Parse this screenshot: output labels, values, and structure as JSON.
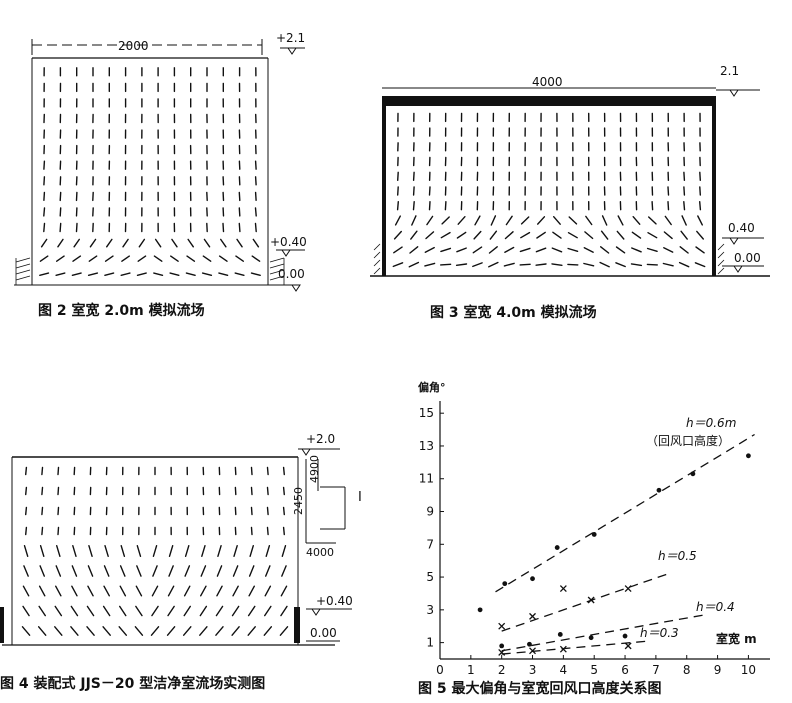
{
  "fig2": {
    "width_label": "2000",
    "level_top": "+2.1",
    "level_mid": "+0.40",
    "level_floor": "0.00",
    "caption": "图 2   室宽 2.0m 模拟流场"
  },
  "fig3": {
    "width_label": "4000",
    "level_top": "2.1",
    "level_mid": "0.40",
    "level_floor": "0.00",
    "caption": "图 3   室宽 4.0m 模拟流场"
  },
  "fig4": {
    "level_top": "+2.0",
    "dim_total": "4900",
    "dim_half": "2450",
    "dim_width": "4000",
    "section_mark": "I",
    "level_mid": "+0.40",
    "level_floor": "0.00",
    "caption": "图 4   装配式 JJS－20 型洁净室流场实测图"
  },
  "fig5": {
    "caption": "图 5   最大偏角与室宽回风口高度关系图",
    "curve_labels": {
      "h06": "h＝0.6m",
      "h06_note": "（回风口高度）",
      "h05": "h＝0.5",
      "h04": "h＝0.4",
      "h03": "h＝0.3"
    }
  },
  "chart_data": {
    "type": "scatter",
    "title": "",
    "ylabel": "偏角°",
    "xlabel": "室宽 m",
    "xlim": [
      0,
      10.7
    ],
    "ylim": [
      0,
      15.5
    ],
    "x_ticks": [
      "0",
      "1",
      "2",
      "3",
      "4",
      "5",
      "6",
      "7",
      "8",
      "9",
      "10"
    ],
    "y_ticks": [
      "1",
      "3",
      "5",
      "7",
      "9",
      "11",
      "13",
      "15"
    ],
    "grid": false,
    "series": [
      {
        "name": "h＝0.6m",
        "marker": "dot",
        "points": [
          [
            1.3,
            3.0
          ],
          [
            2.1,
            4.6
          ],
          [
            3.0,
            4.9
          ],
          [
            3.8,
            6.8
          ],
          [
            5.0,
            7.6
          ],
          [
            7.1,
            10.3
          ],
          [
            8.2,
            11.3
          ],
          [
            10.0,
            12.4
          ]
        ],
        "trend": [
          [
            1.8,
            4.1
          ],
          [
            10.2,
            13.7
          ]
        ]
      },
      {
        "name": "h＝0.5",
        "marker": "cross",
        "points": [
          [
            2.0,
            2.0
          ],
          [
            3.0,
            2.6
          ],
          [
            4.0,
            4.3
          ],
          [
            4.9,
            3.6
          ],
          [
            6.1,
            4.3
          ]
        ],
        "trend": [
          [
            2.0,
            1.7
          ],
          [
            7.4,
            5.2
          ]
        ]
      },
      {
        "name": "h＝0.4",
        "marker": "dot",
        "points": [
          [
            2.0,
            0.8
          ],
          [
            2.9,
            0.9
          ],
          [
            3.9,
            1.5
          ],
          [
            4.9,
            1.3
          ],
          [
            6.0,
            1.4
          ]
        ],
        "trend": [
          [
            2.0,
            0.5
          ],
          [
            8.6,
            2.7
          ]
        ]
      },
      {
        "name": "h＝0.3",
        "marker": "cross",
        "points": [
          [
            2.0,
            0.4
          ],
          [
            3.0,
            0.5
          ],
          [
            4.0,
            0.6
          ],
          [
            6.1,
            0.8
          ]
        ],
        "trend": [
          [
            2.0,
            0.3
          ],
          [
            6.8,
            1.1
          ]
        ]
      }
    ]
  }
}
